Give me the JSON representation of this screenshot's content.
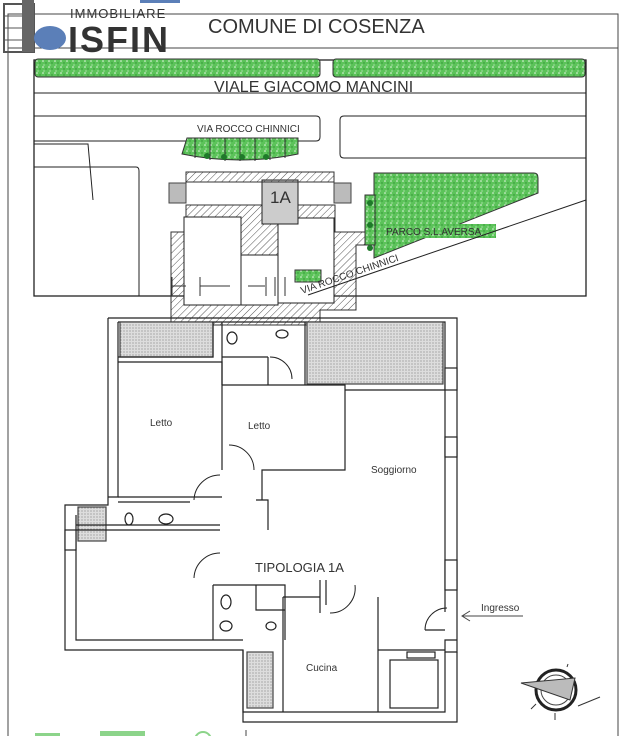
{
  "logo": {
    "top": "IMMOBILIARE",
    "name": "ISFIN"
  },
  "header": {
    "title": "COMUNE DI COSENZA"
  },
  "site_plan": {
    "main_road": "VIALE GIACOMO MANCINI",
    "side_road_top": "VIA ROCCO CHINNICI",
    "side_road_bottom": "VIA ROCCO CHINNICI",
    "park": "PARCO S.L.AVERSA",
    "unit_marker": "1A"
  },
  "floor_plan": {
    "type_label": "TIPOLOGIA 1A",
    "rooms": [
      {
        "name": "Letto"
      },
      {
        "name": "Letto"
      },
      {
        "name": "Soggiorno"
      },
      {
        "name": "Cucina"
      }
    ],
    "entrance": "Ingresso"
  },
  "colors": {
    "green": "#4db848",
    "logo_blue": "#5b7fb8",
    "logo_gray": "#555555",
    "wall": "#222222"
  }
}
